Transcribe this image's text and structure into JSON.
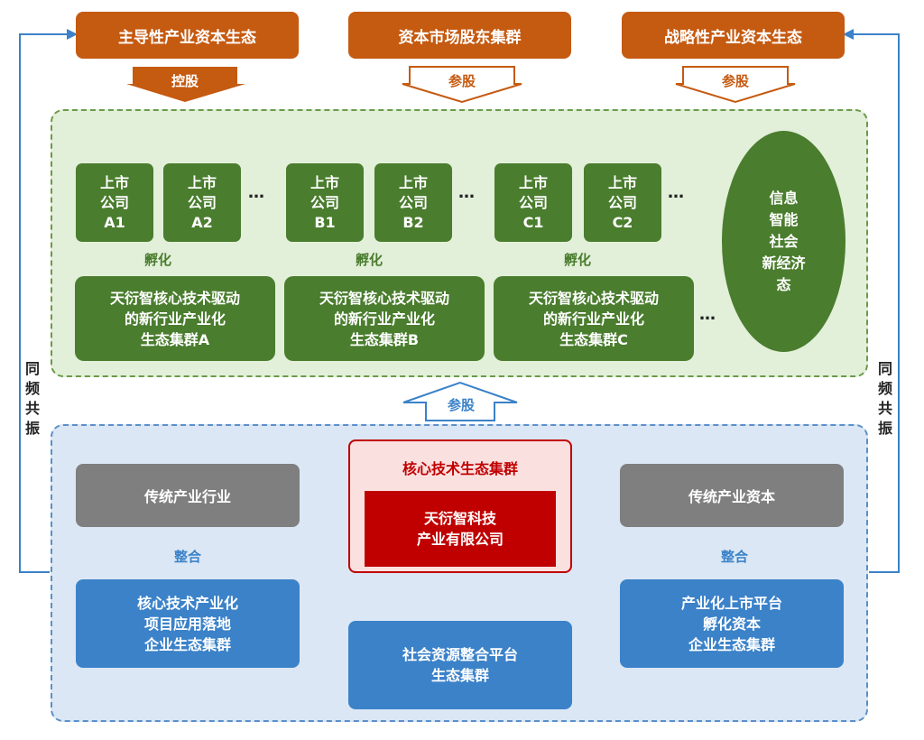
{
  "top": {
    "left_label": "主导性产业资本生态",
    "center_label": "资本市场股东集群",
    "right_label": "战略性产业资本生态"
  },
  "arrows": {
    "kongu": "控股",
    "cangu": "参股",
    "fuhua": "孵化",
    "zhenghe": "整合"
  },
  "green": {
    "companies": [
      {
        "line1": "上市",
        "line2": "公司",
        "line3": "A1"
      },
      {
        "line1": "上市",
        "line2": "公司",
        "line3": "A2"
      },
      {
        "line1": "上市",
        "line2": "公司",
        "line3": "B1"
      },
      {
        "line1": "上市",
        "line2": "公司",
        "line3": "B2"
      },
      {
        "line1": "上市",
        "line2": "公司",
        "line3": "C1"
      },
      {
        "line1": "上市",
        "line2": "公司",
        "line3": "C2"
      }
    ],
    "clusters": [
      {
        "line1": "天衍智核心技术驱动",
        "line2": "的新行业产业化",
        "line3": "生态集群A"
      },
      {
        "line1": "天衍智核心技术驱动",
        "line2": "的新行业产业化",
        "line3": "生态集群B"
      },
      {
        "line1": "天衍智核心技术驱动",
        "line2": "的新行业产业化",
        "line3": "生态集群C"
      }
    ],
    "ellipsis": "…",
    "economy": {
      "line1": "信息",
      "line2": "智能",
      "line3": "社会",
      "line4": "新经济",
      "line5": "态"
    }
  },
  "side": {
    "c1": "同",
    "c2": "频",
    "c3": "共",
    "c4": "振"
  },
  "blue": {
    "left_top": "传统产业行业",
    "right_top": "传统产业资本",
    "core_title": "核心技术生态集群",
    "core_line1": "天衍智科技",
    "core_line2": "产业有限公司",
    "left_bottom": {
      "line1": "核心技术产业化",
      "line2": "项目应用落地",
      "line3": "企业生态集群"
    },
    "right_bottom": {
      "line1": "产业化上市平台",
      "line2": "孵化资本",
      "line3": "企业生态集群"
    },
    "center_bottom": {
      "line1": "社会资源整合平台",
      "line2": "生态集群"
    }
  },
  "colors": {
    "orange": "#c55a11",
    "green": "#4a7d2e",
    "blue": "#3b82c9",
    "red": "#c00000",
    "gray": "#7f7f7f"
  }
}
